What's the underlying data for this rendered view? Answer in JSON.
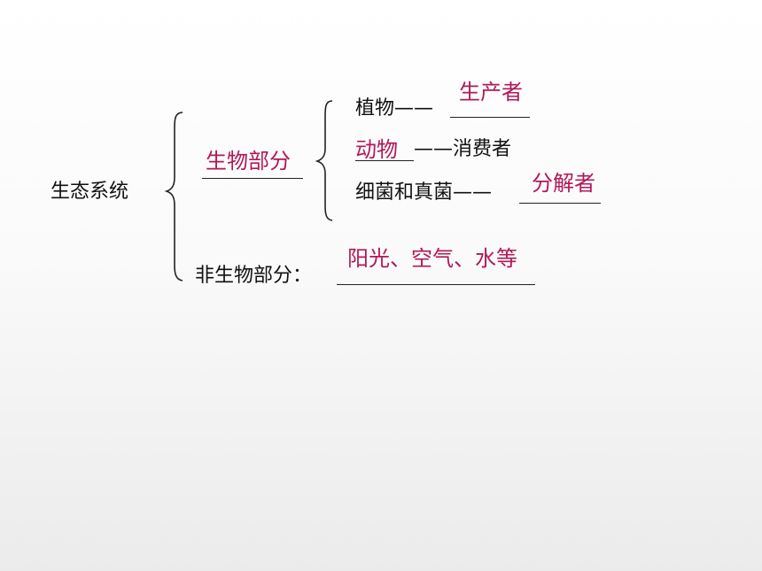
{
  "root": "生态系统",
  "biotic": {
    "answer": "生物部分",
    "rows": [
      {
        "prefix": "植物——",
        "answer": "生产者",
        "suffix": ""
      },
      {
        "prefix": "",
        "answer": "动物",
        "suffix": "——消费者"
      },
      {
        "prefix": "细菌和真菌——",
        "answer": "分解者",
        "suffix": ""
      }
    ]
  },
  "abiotic": {
    "label": "非生物部分：",
    "answer": "阳光、空气、水等"
  },
  "colors": {
    "answer": "#b0195a",
    "text": "#111111"
  }
}
